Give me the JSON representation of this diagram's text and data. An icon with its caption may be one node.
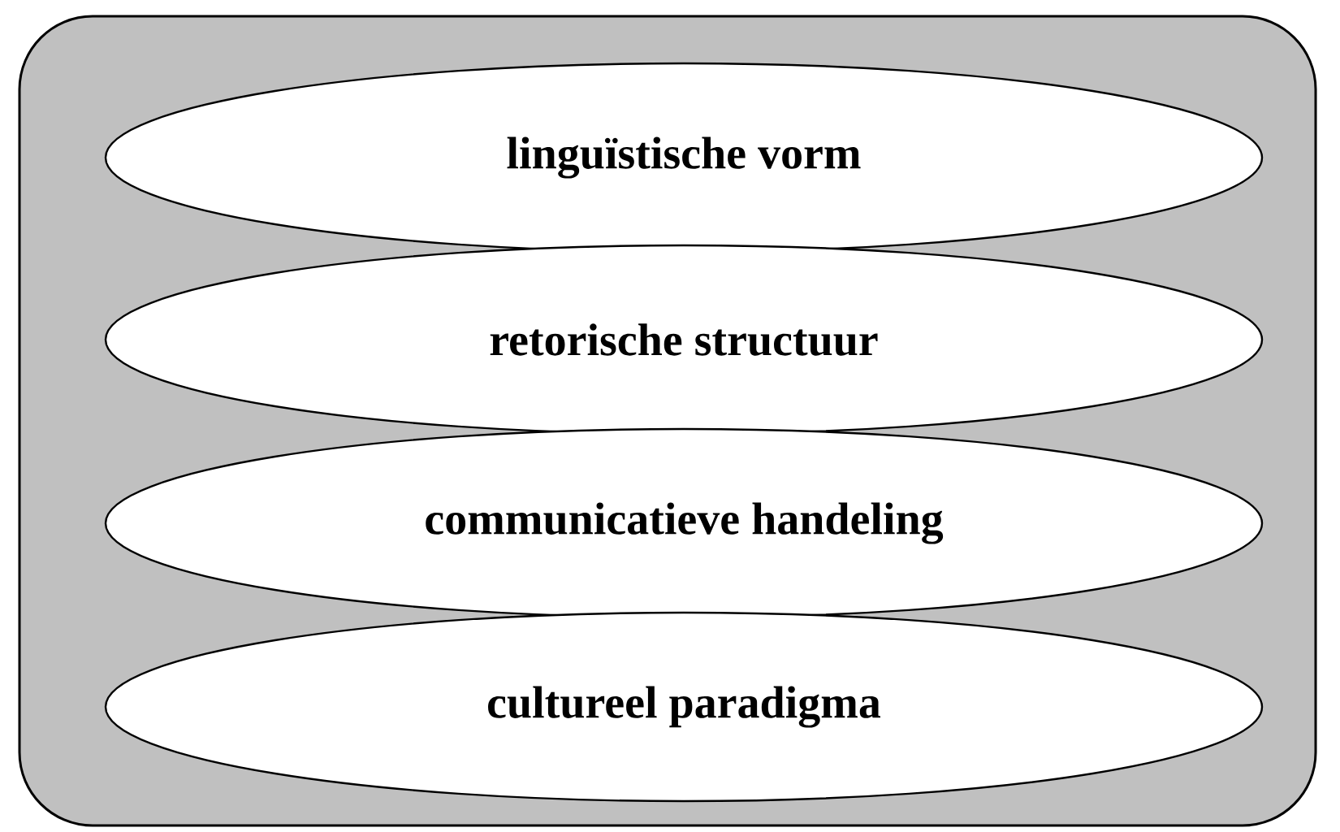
{
  "diagram": {
    "nodes": [
      {
        "text": [],
        "shape": "box"
      },
      {
        "text": [
          "linguïstische vorm"
        ],
        "in": 0
      },
      {
        "text": [
          "retorische structuur"
        ],
        "in": 0
      },
      {
        "text": [
          "communicatieve handeling"
        ],
        "in": 0
      },
      {
        "text": [
          "cultureel paradigma"
        ],
        "in": 0
      }
    ]
  }
}
